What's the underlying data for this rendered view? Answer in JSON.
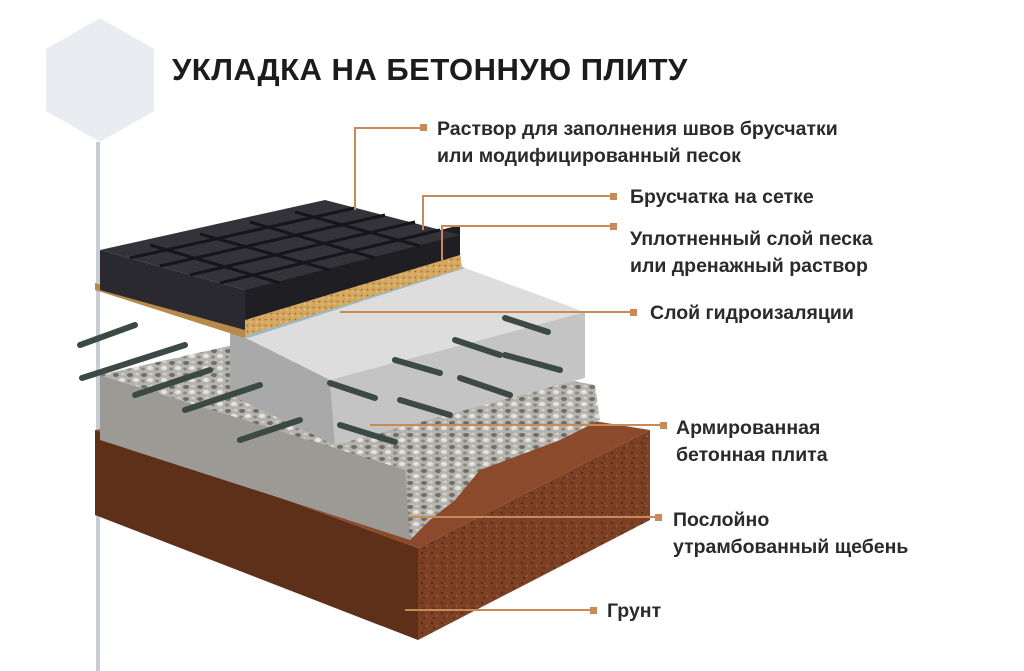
{
  "title": "УКЛАДКА НА БЕТОННУЮ ПЛИТУ",
  "colors": {
    "leader": "#c98a5a",
    "hexagon": "#e9ecf0",
    "pole": "#c7cdd4",
    "pavers": "#25242a",
    "sand": "#cf9f55",
    "concrete": "#c4c4c4",
    "gravel": "#a9a7a2",
    "soil": "#7a3f22",
    "rebar": "#3b4a44"
  },
  "labels": {
    "joint_mortar": {
      "line1": "Раствор для заполнения швов брусчатки",
      "line2": "или модифицированный песок"
    },
    "pavers_mesh": {
      "line1": "Брусчатка на сетке"
    },
    "sand_layer": {
      "line1": "Уплотненный слой песка",
      "line2": "или дренажный раствор"
    },
    "waterproofing": {
      "line1": "Слой гидроизаляции"
    },
    "slab": {
      "line1": "Армированная",
      "line2": "бетонная плита"
    },
    "gravel": {
      "line1": "Послойно",
      "line2": "утрамбованный щебень"
    },
    "soil": {
      "line1": "Грунт"
    }
  }
}
